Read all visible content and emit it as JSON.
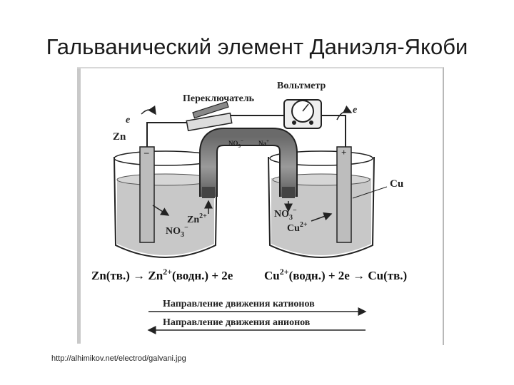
{
  "slide": {
    "title": "Гальванический элемент Даниэля-Якоби",
    "source_url": "http://alhimikov.net/electrod/galvani.jpg"
  },
  "diagram": {
    "labels": {
      "voltmeter": "Вольтметр",
      "switch": "Переключатель",
      "zn_electrode": "Zn",
      "cu_electrode": "Cu",
      "electron_left": "e",
      "electron_right": "e",
      "minus": "–",
      "plus": "+",
      "bridge_anion": "NO",
      "bridge_anion_sub": "3",
      "bridge_anion_sup": "−",
      "bridge_cation": "Na",
      "bridge_cation_sup": "+",
      "zn_ion": "Zn",
      "zn_ion_sup": "2+",
      "left_anion": "NO",
      "left_anion_sub": "3",
      "left_anion_sup": "−",
      "right_anion": "NO",
      "right_anion_sub": "3",
      "right_anion_sup": "−",
      "cu_ion": "Cu",
      "cu_ion_sup": "2+"
    },
    "equations": {
      "anode_left": "Zn(тв.) → Zn",
      "anode_sup": "2+",
      "anode_right": "(водн.) + 2e",
      "cathode_left": "Cu",
      "cathode_sup": "2+",
      "cathode_right": "(водн.) + 2e → Cu(тв.)"
    },
    "arrows": {
      "cations": "Направление движения катионов",
      "anions": "Направление движения анионов"
    }
  }
}
